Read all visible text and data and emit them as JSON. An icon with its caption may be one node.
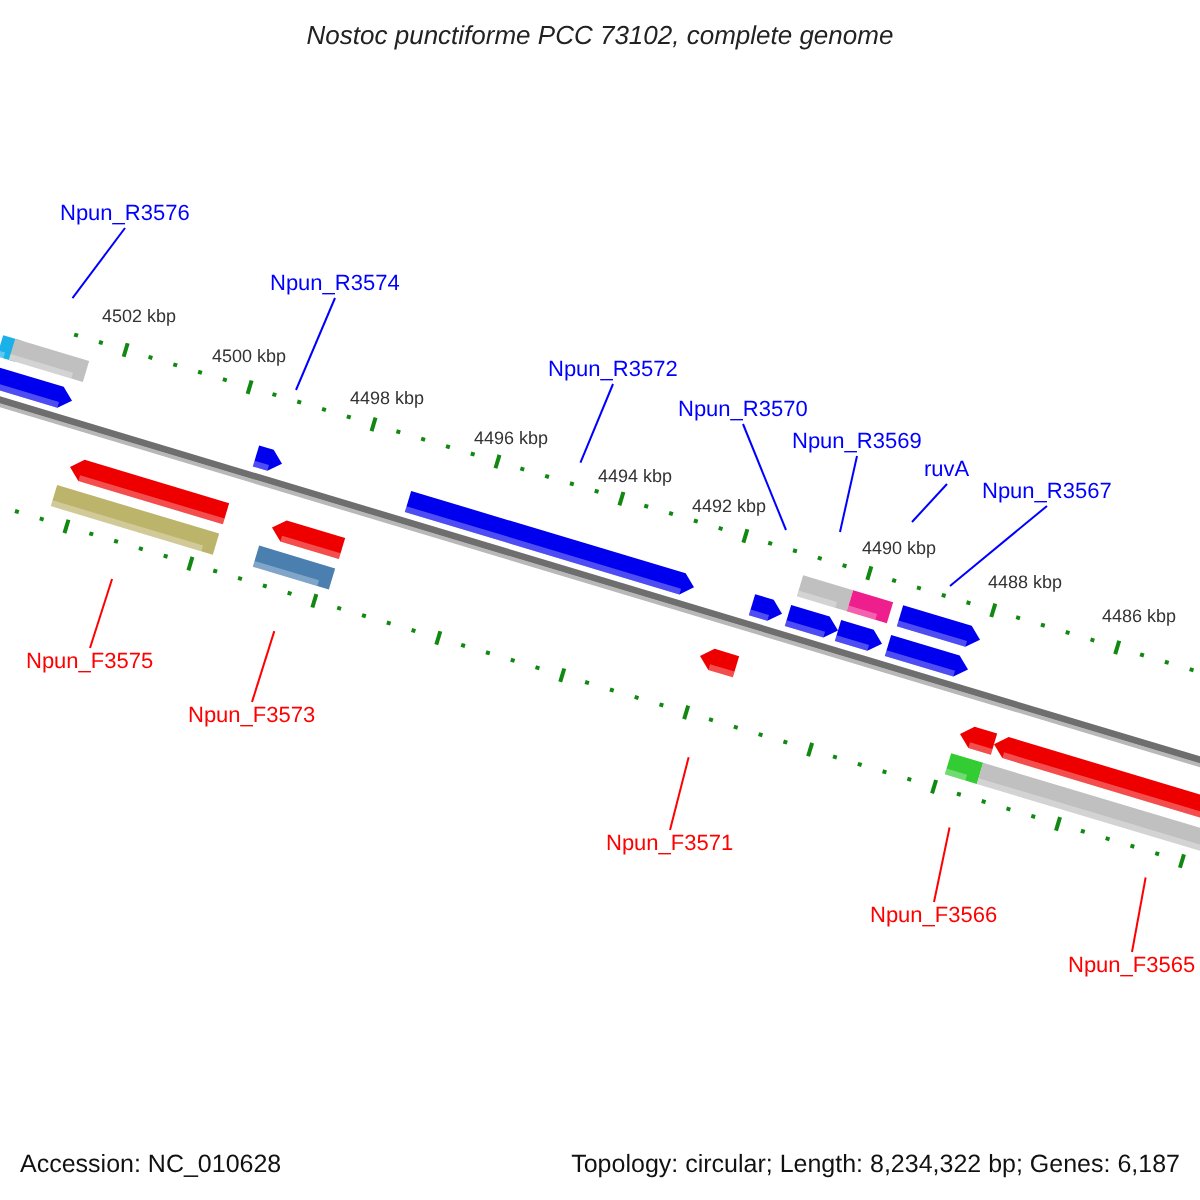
{
  "diagram": {
    "title": "Nostoc punctiforme PCC 73102, complete genome",
    "nodes": [
      {
        "text": [
          "Npun_R3576"
        ]
      },
      {
        "text": [
          "Npun_R3574"
        ]
      },
      {
        "text": [
          "Npun_R3572"
        ]
      },
      {
        "text": [
          "Npun_R3570"
        ]
      },
      {
        "text": [
          "Npun_R3569"
        ]
      },
      {
        "text": [
          "ruvA"
        ]
      },
      {
        "text": [
          "Npun_R3567"
        ]
      },
      {
        "text": [
          "Npun_F3575"
        ]
      },
      {
        "text": [
          "Npun_F3573"
        ]
      },
      {
        "text": [
          "Npun_F3571"
        ]
      },
      {
        "text": [
          "Npun_F3566"
        ]
      },
      {
        "text": [
          "Npun_F3565"
        ]
      }
    ],
    "edges": [
      {
        "from": 0,
        "to": null,
        "arrow": "none"
      },
      {
        "from": 1,
        "to": null,
        "arrow": "none"
      },
      {
        "from": 2,
        "to": null,
        "arrow": "none"
      },
      {
        "from": 3,
        "to": null,
        "arrow": "none"
      },
      {
        "from": 4,
        "to": null,
        "arrow": "none"
      },
      {
        "from": 5,
        "to": null,
        "arrow": "none"
      },
      {
        "from": 6,
        "to": null,
        "arrow": "none"
      },
      {
        "from": 7,
        "to": null,
        "arrow": "none",
        "color": "#ff0000"
      },
      {
        "from": 8,
        "to": null,
        "arrow": "none",
        "color": "#ff0000"
      },
      {
        "from": 9,
        "to": null,
        "arrow": "none",
        "color": "#ff0000"
      },
      {
        "from": 10,
        "to": null,
        "arrow": "none",
        "color": "#ff0000"
      },
      {
        "from": 11,
        "to": null,
        "arrow": "none",
        "color": "#ff0000"
      }
    ],
    "labels": [
      "4502 kbp",
      "4500 kbp",
      "4498 kbp",
      "4496 kbp",
      "4494 kbp",
      "4492 kbp",
      "4490 kbp",
      "4488 kbp",
      "4486 kbp",
      "Accession: NC_010628",
      "Topology: circular; Length: 8,234,322 bp; Genes: 6,187"
    ]
  }
}
